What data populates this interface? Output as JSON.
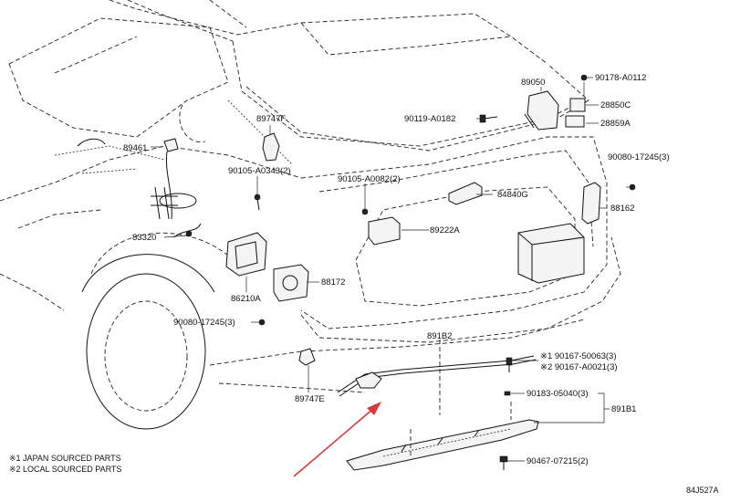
{
  "diagram_code": "84J527A",
  "notes": [
    "※1 JAPAN SOURCED PARTS",
    "※2 LOCAL SOURCED PARTS"
  ],
  "labels": {
    "p90178_A0112": "90178-A0112",
    "p89050": "89050",
    "p28850C": "28850C",
    "p90119_A0182": "90119-A0182",
    "p28859A": "28859A",
    "p89747F": "89747F",
    "p89461": "89461",
    "p90105_A0343": "90105-A0343(2)",
    "p90105_A0082": "90105-A0082(2)",
    "p90080_17245_right": "90080-17245(3)",
    "p84840G": "84840G",
    "p88162": "88162",
    "p83320": "83320",
    "p89222A": "89222A",
    "p88172": "88172",
    "p86210A": "86210A",
    "p90080_17245_left": "90080-17245(3)",
    "p891B2": "891B2",
    "p90167_50063": "※1 90167-50063(3)",
    "p90167_A0021": "※2 90167-A0021(3)",
    "p89747E": "89747E",
    "p90183_05040": "90183-05040(3)",
    "p891B1": "891B1",
    "p90467_07215": "90467-07215(2)"
  },
  "colors": {
    "line": "#111111",
    "arrow": "#d63a3a",
    "background": "#ffffff"
  }
}
